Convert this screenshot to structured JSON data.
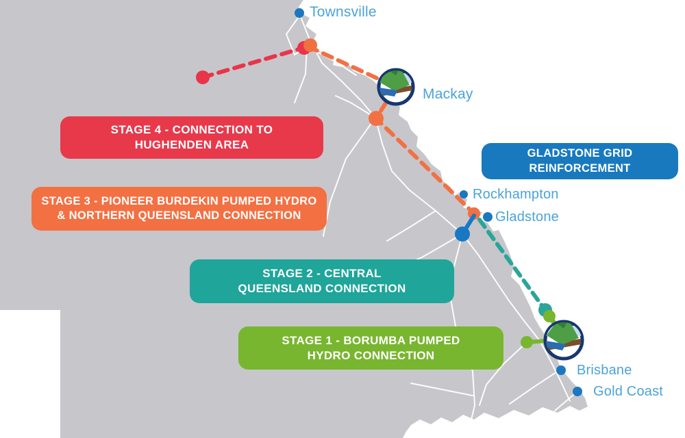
{
  "map": {
    "description": "Queensland map infographic showing staged electricity grid connections",
    "colors": {
      "land": "#C7C6CB",
      "ocean": "#FFFFFF",
      "road": "#FFFFFF",
      "stage1_green": "#78B62F",
      "stage2_teal": "#1FA59A",
      "stage3_orange": "#F37043",
      "stage4_red": "#E8394B",
      "gladstone_blue": "#1879BE",
      "city_dot_blue": "#1B77C0",
      "city_text_blue": "#4AA3DA",
      "icon_ring_navy": "#16376E"
    }
  },
  "cities": {
    "townsville": "Townsville",
    "mackay": "Mackay",
    "rockhampton": "Rockhampton",
    "gladstone": "Gladstone",
    "brisbane": "Brisbane",
    "gold_coast": "Gold Coast"
  },
  "stages": {
    "stage4": {
      "line1": "STAGE 4 - CONNECTION TO",
      "line2": "HUGHENDEN AREA",
      "color": "#E8394B"
    },
    "stage3": {
      "line1": "STAGE 3 - PIONEER BURDEKIN PUMPED HYDRO",
      "line2": "& NORTHERN QUEENSLAND CONNECTION",
      "color": "#F37043"
    },
    "stage2": {
      "line1": "STAGE 2 - CENTRAL",
      "line2": "QUEENSLAND CONNECTION",
      "color": "#1FA59A"
    },
    "stage1": {
      "line1": "STAGE 1 - BORUMBA PUMPED",
      "line2": "HYDRO CONNECTION",
      "color": "#78B62F"
    },
    "gladstone_grid": {
      "line1": "GLADSTONE GRID",
      "line2": "REINFORCEMENT",
      "color": "#1879BE"
    }
  },
  "icons": {
    "mackay_site": "pumped-hydro-site-icon",
    "brisbane_site": "pumped-hydro-site-icon"
  }
}
